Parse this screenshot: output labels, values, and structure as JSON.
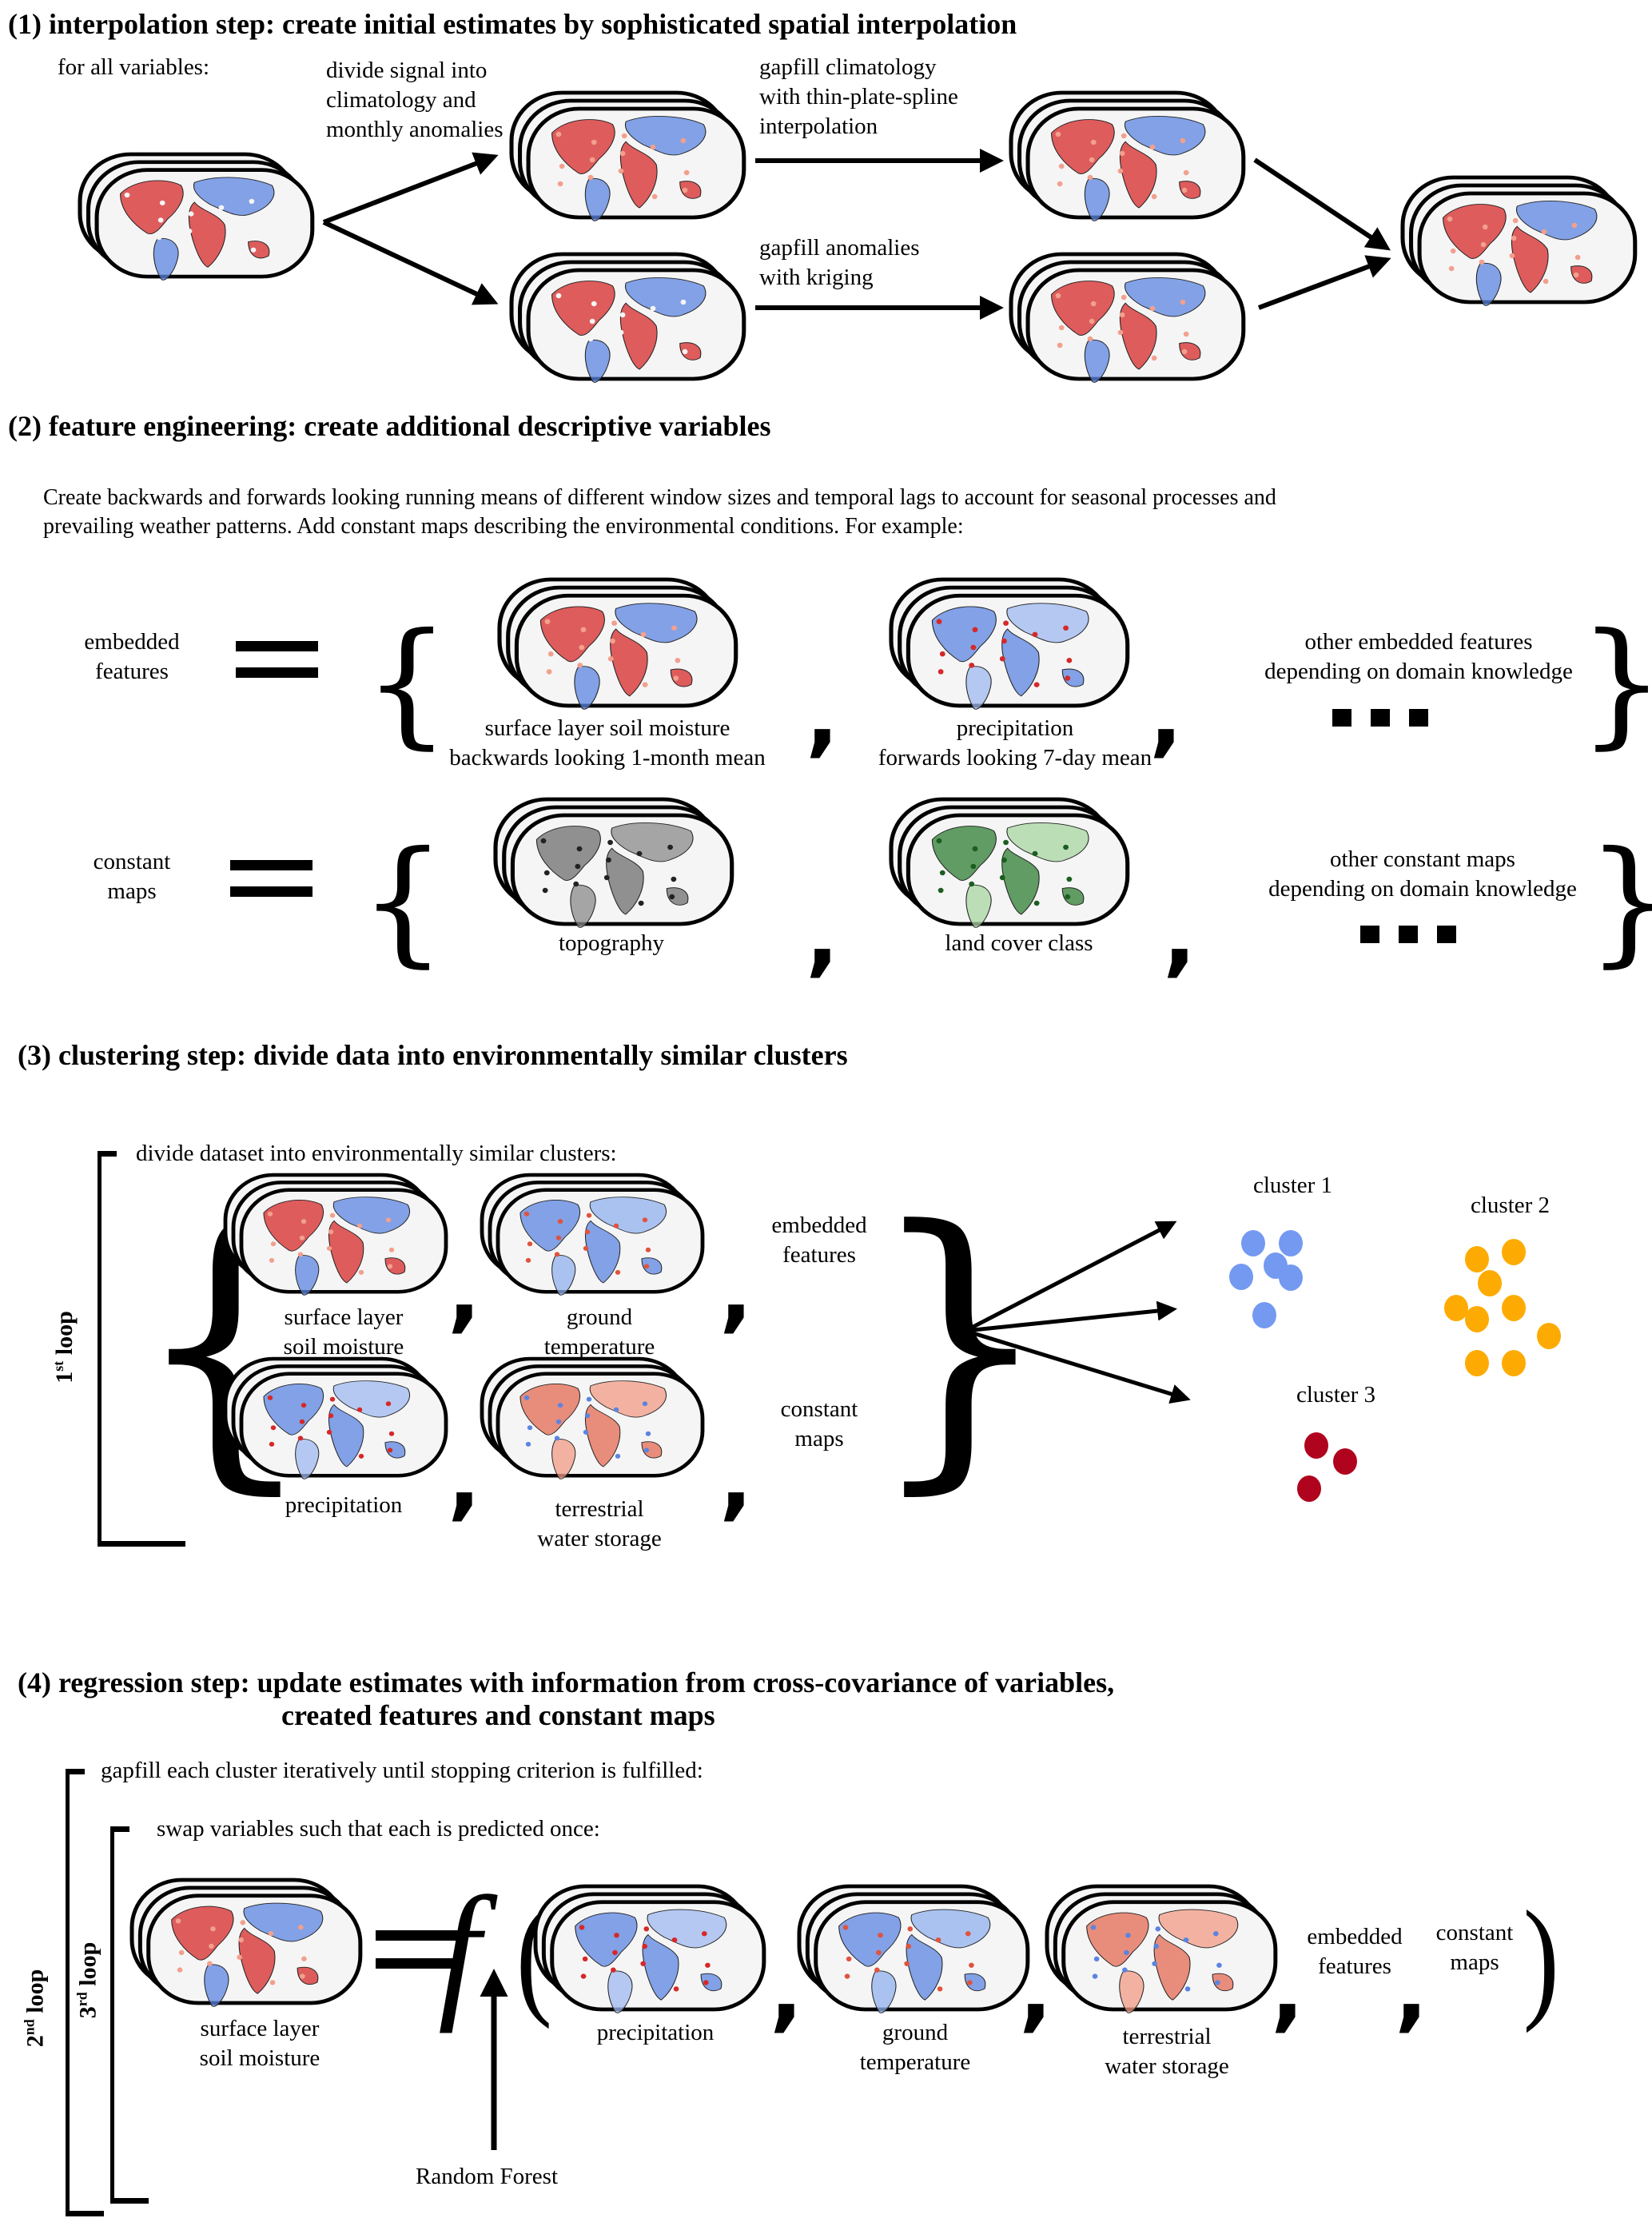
{
  "colors": {
    "cluster1": "#7499f0",
    "cluster2": "#fdab03",
    "cluster3": "#b0041e",
    "anomaly_red": "#d62828",
    "anomaly_blue": "#5b84e0",
    "topo_gray": "#6e6e6e",
    "landcover_green": "#2e7d32"
  },
  "step1": {
    "title": "(1) interpolation step: create initial estimates by sophisticated spatial interpolation",
    "for_all": "for all variables:",
    "divide": [
      "divide signal into",
      "climatology and",
      "monthly anomalies"
    ],
    "gapfill_clim": [
      "gapfill climatology",
      "with thin-plate-spline",
      "interpolation"
    ],
    "gapfill_anom": [
      "gapfill anomalies",
      "with kriging"
    ]
  },
  "step2": {
    "title": "(2) feature engineering: create additional descriptive variables",
    "desc": [
      "Create backwards and forwards looking running means of different window sizes and temporal lags to account for seasonal processes and",
      "prevailing weather patterns. Add constant maps describing the environmental conditions. For example:"
    ],
    "embedded": {
      "label": [
        "embedded",
        "features"
      ],
      "items": [
        {
          "caption": [
            "surface layer soil moisture",
            "backwards looking 1-month mean"
          ],
          "map": "soil-moisture"
        },
        {
          "caption": [
            "precipitation",
            "forwards looking 7-day mean"
          ],
          "map": "precipitation"
        }
      ],
      "other": [
        "other embedded features",
        "depending on domain knowledge"
      ]
    },
    "constant": {
      "label": [
        "constant",
        "maps"
      ],
      "items": [
        {
          "caption": [
            "topography"
          ],
          "map": "topography"
        },
        {
          "caption": [
            "land cover class"
          ],
          "map": "land-cover"
        }
      ],
      "other": [
        "other constant maps",
        "depending on domain knowledge"
      ]
    }
  },
  "step3": {
    "title": "(3) clustering step: divide data into environmentally similar clusters",
    "loop_label": "1st loop",
    "bracket_text": "divide dataset into environmentally similar clusters:",
    "variables": [
      {
        "caption": [
          "surface layer",
          "soil moisture"
        ],
        "map": "soil-moisture"
      },
      {
        "caption": [
          "ground",
          "temperature"
        ],
        "map": "ground-temperature"
      },
      {
        "caption": [
          "precipitation"
        ],
        "map": "precipitation"
      },
      {
        "caption": [
          "terrestrial",
          "water storage"
        ],
        "map": "water-storage"
      }
    ],
    "embedded": [
      "embedded",
      "features"
    ],
    "constant": [
      "constant",
      "maps"
    ],
    "clusters": [
      {
        "label": "cluster 1",
        "points": 6
      },
      {
        "label": "cluster 2",
        "points": 9
      },
      {
        "label": "cluster 3",
        "points": 3
      }
    ]
  },
  "step4": {
    "title": [
      "(4) regression step: update estimates with information from cross-covariance of variables,",
      "created features and constant maps"
    ],
    "loop2_label": "2nd loop",
    "loop3_label": "3rd loop",
    "loop2_text": "gapfill each cluster iteratively until stopping criterion is fulfilled:",
    "loop3_text": "swap variables such that each is predicted once:",
    "target": {
      "caption": [
        "surface layer",
        "soil moisture"
      ],
      "map": "soil-moisture"
    },
    "function": "f",
    "predictors": [
      {
        "caption": [
          "precipitation"
        ],
        "map": "precipitation"
      },
      {
        "caption": [
          "ground",
          "temperature"
        ],
        "map": "ground-temperature"
      },
      {
        "caption": [
          "terrestrial",
          "water storage"
        ],
        "map": "water-storage"
      }
    ],
    "embedded": [
      "embedded",
      "features"
    ],
    "constant": [
      "constant",
      "maps"
    ],
    "model": "Random Forest"
  }
}
